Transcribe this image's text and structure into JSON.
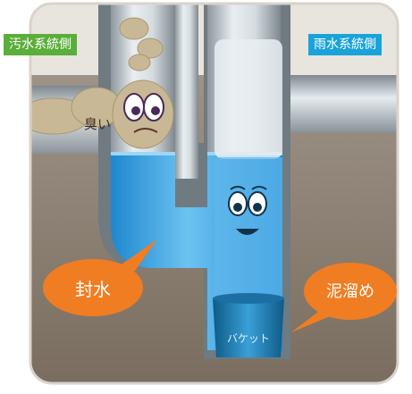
{
  "labels": {
    "sewage_side": "汚水系統側",
    "rain_side": "雨水系統側",
    "smelly": "臭い",
    "water_seal": "封水",
    "sludge": "泥溜め",
    "bucket": "バケット"
  },
  "colors": {
    "green_tag": "#5aae3a",
    "blue_tag": "#1aa3d9",
    "bubble_orange": "#f07d22",
    "water_blue": "#2f9fe0",
    "soil": "#8a7c6f",
    "pipe_gray": "#b8c0c6",
    "odor_cloud": "#c9b896"
  },
  "icons": [
    "worried-odor-face-icon",
    "smiling-water-drop-icon"
  ]
}
